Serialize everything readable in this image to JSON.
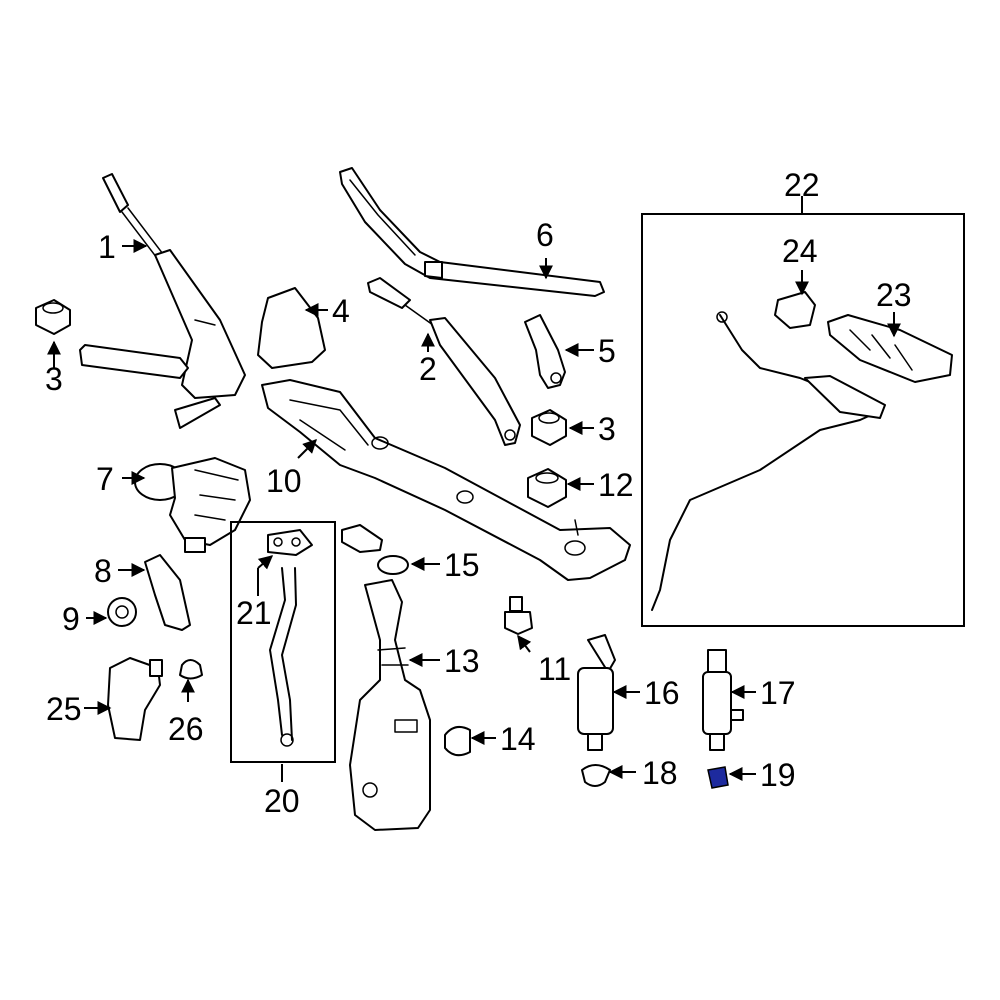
{
  "diagram": {
    "callouts": {
      "c1": "1",
      "c2": "2",
      "c3a": "3",
      "c3b": "3",
      "c4": "4",
      "c5": "5",
      "c6": "6",
      "c7": "7",
      "c8": "8",
      "c9": "9",
      "c10": "10",
      "c11": "11",
      "c12": "12",
      "c13": "13",
      "c14": "14",
      "c15": "15",
      "c16": "16",
      "c17": "17",
      "c18": "18",
      "c19": "19",
      "c20": "20",
      "c21": "21",
      "c22": "22",
      "c23": "23",
      "c24": "24",
      "c25": "25",
      "c26": "26"
    },
    "colors": {
      "line": "#000000",
      "background": "#ffffff",
      "highlight_part_19": "#1d2a9e"
    }
  }
}
